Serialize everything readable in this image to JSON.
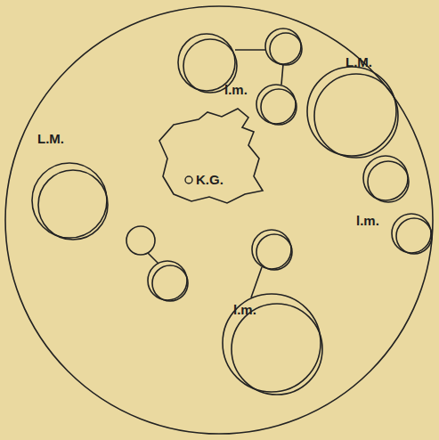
{
  "diagram": {
    "nodes": [
      {
        "text": [
          "K.G."
        ]
      }
    ],
    "labels": [
      "L.M.",
      "l.m.",
      "L.M.",
      "l.m.",
      "l.m."
    ]
  }
}
